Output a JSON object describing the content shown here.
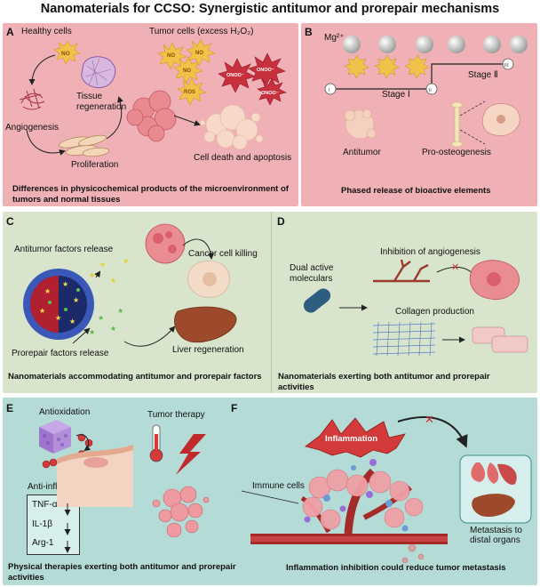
{
  "title": "Nanomaterials for CCSO: Synergistic antitumor and prorepair mechanisms",
  "panel_a": {
    "letter": "A",
    "healthy_cells": "Healthy cells",
    "tumor_cells": "Tumor cells (excess H₂O₂)",
    "tissue_regeneration_1": "Tissue",
    "tissue_regeneration_2": "regeneration",
    "angiogenesis": "Angiogenesis",
    "proliferation": "Proliferation",
    "cell_death": "Cell death and apoptosis",
    "caption_1": "Differences in physicochemical products of the microenvironment of",
    "caption_2": "tumors and normal tissues",
    "burst_no": "NO",
    "burst_ros": "ROS",
    "burst_onoo": "ONOO⁻"
  },
  "panel_b": {
    "letter": "B",
    "ion": "Mg²⁺",
    "stage_1": "Stage Ⅰ",
    "stage_2": "Stage Ⅱ",
    "antitumor": "Antitumor",
    "pro_osteogenesis": "Pro-osteogenesis",
    "caption": "Phased release of bioactive elements",
    "node_1": "I",
    "node_2": "II",
    "node_3": "III"
  },
  "panel_c": {
    "letter": "C",
    "antitumor_release": "Antitumor factors release",
    "cancer_killing": "Cancer cell killing",
    "prorepair_release": "Prorepair factors release",
    "liver_regeneration": "Liver regeneration",
    "caption": "Nanomaterials accommodating antitumor and prorepair  factors"
  },
  "panel_d": {
    "letter": "D",
    "dual_1": "Dual active",
    "dual_2": "moleculars",
    "inhibition": "Inhibition of angiogenesis",
    "collagen": "Collagen production",
    "caption_1": "Nanomaterials exerting both antitumor and prorepair",
    "caption_2": "activities"
  },
  "panel_e": {
    "letter": "E",
    "antioxidation": "Antioxidation",
    "tumor_therapy": "Tumor therapy",
    "anti_inflammation": "Anti-inflammation",
    "markers": [
      "TNF-α",
      "IL-1β",
      "Arg-1"
    ],
    "caption_1": "Physical therapies exerting both antitumor and prorepair",
    "caption_2": "activities"
  },
  "panel_f": {
    "letter": "F",
    "inflammation": "Inflammation",
    "immune_cells": "Immune cells",
    "metastasis_1": "Metastasis to",
    "metastasis_2": "distal organs",
    "caption": "Inflammation inhibition could reduce tumor metastasis"
  },
  "colors": {
    "panel_ab": "#efb1b6",
    "panel_cd": "#d8e5cc",
    "panel_ef": "#b4dbd6",
    "burst": "#f0c24a",
    "onoo": "#c9303d",
    "tumor": "#e88a8f"
  }
}
